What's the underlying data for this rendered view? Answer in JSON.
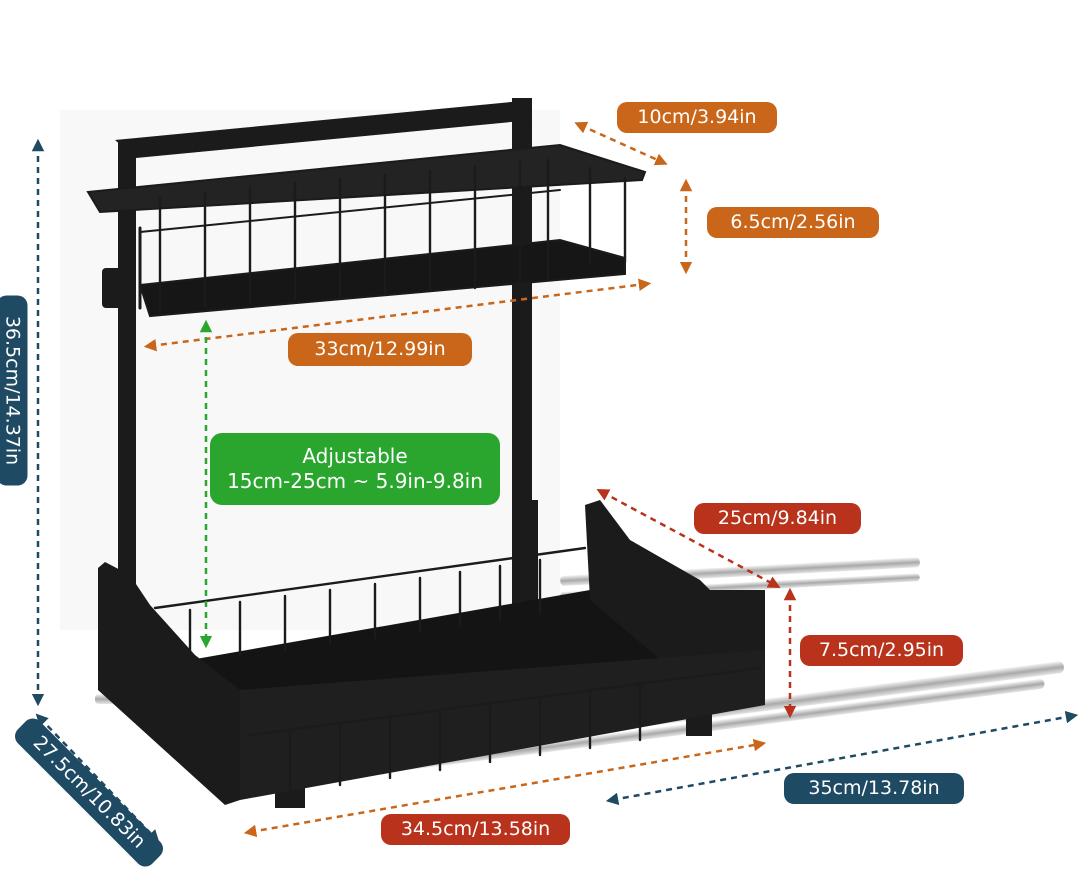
{
  "colors": {
    "orange": "#c9661a",
    "red": "#b8321c",
    "navy": "#1f4a63",
    "green": "#2aa62e",
    "product": "#1b1b1b"
  },
  "labels": {
    "basket_depth": "10cm/3.94in",
    "basket_height": "6.5cm/2.56in",
    "basket_width": "33cm/12.99in",
    "adjustable_title": "Adjustable",
    "adjustable_range": "15cm-25cm ~ 5.9in-9.8in",
    "bottom_depth": "25cm/9.84in",
    "bottom_height": "7.5cm/2.95in",
    "slide_length": "35cm/13.78in",
    "bottom_width": "34.5cm/13.58in",
    "total_height": "36.5cm/14.37in",
    "total_depth": "27.5cm/10.83in"
  }
}
